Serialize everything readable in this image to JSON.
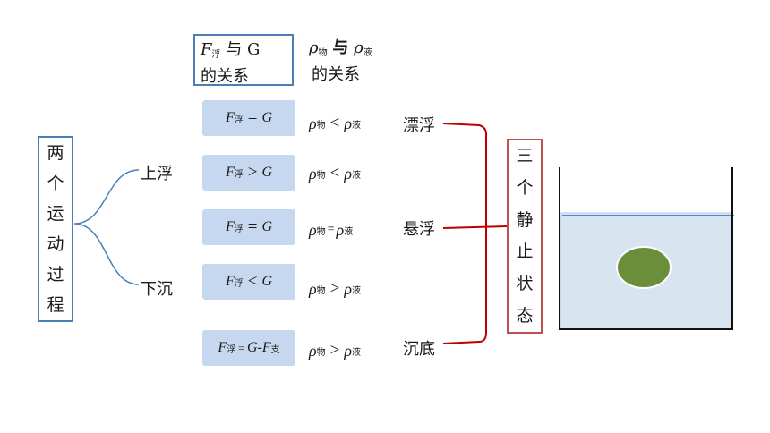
{
  "top_box": {
    "line1_f": "F",
    "line1_sub": "浮",
    "line1_rest": " 与 G",
    "line2": "的关系"
  },
  "top_rel": {
    "rho": "ρ",
    "sub1": "物",
    "mid": "与",
    "sub2": "液",
    "line2": "的关系"
  },
  "left_box": {
    "chars": [
      "两",
      "个",
      "运",
      "动",
      "过",
      "程"
    ]
  },
  "branches": {
    "up": "上浮",
    "down": "下沉"
  },
  "force_rows": [
    {
      "f": "F",
      "sub": "浮",
      "op": "=",
      "rhs": "G"
    },
    {
      "f": "F",
      "sub": "浮",
      "op": ">",
      "rhs": "G"
    },
    {
      "f": "F",
      "sub": "浮",
      "op": "=",
      "rhs": "G"
    },
    {
      "f": "F",
      "sub": "浮",
      "op": "<",
      "rhs": "G"
    },
    {
      "f": "F",
      "sub": "浮",
      "op": "=",
      "rhs": "G-F",
      "rhs_sub": "支"
    }
  ],
  "density_rows": [
    {
      "rho": "ρ",
      "sub1": "物",
      "op": "<",
      "sub2": "液"
    },
    {
      "rho": "ρ",
      "sub1": "物",
      "op": "<",
      "sub2": "液"
    },
    {
      "rho": "ρ",
      "sub1": "物",
      "op": "=",
      "sub2": "液"
    },
    {
      "rho": "ρ",
      "sub1": "物",
      "op": ">",
      "sub2": "液"
    },
    {
      "rho": "ρ",
      "sub1": "物",
      "op": ">",
      "sub2": "液"
    }
  ],
  "states": {
    "float": "漂浮",
    "suspend": "悬浮",
    "sink": "沉底"
  },
  "right_box": {
    "chars": [
      "三",
      "个",
      "静",
      "止",
      "状",
      "态"
    ]
  },
  "colors": {
    "blue_border": "#4a7fb5",
    "red": "#c0504d",
    "box_fill": "#c5d8ef",
    "water": "#d9e4f1",
    "water_line": "#4f88d0",
    "ball": "#6b8e3a"
  }
}
